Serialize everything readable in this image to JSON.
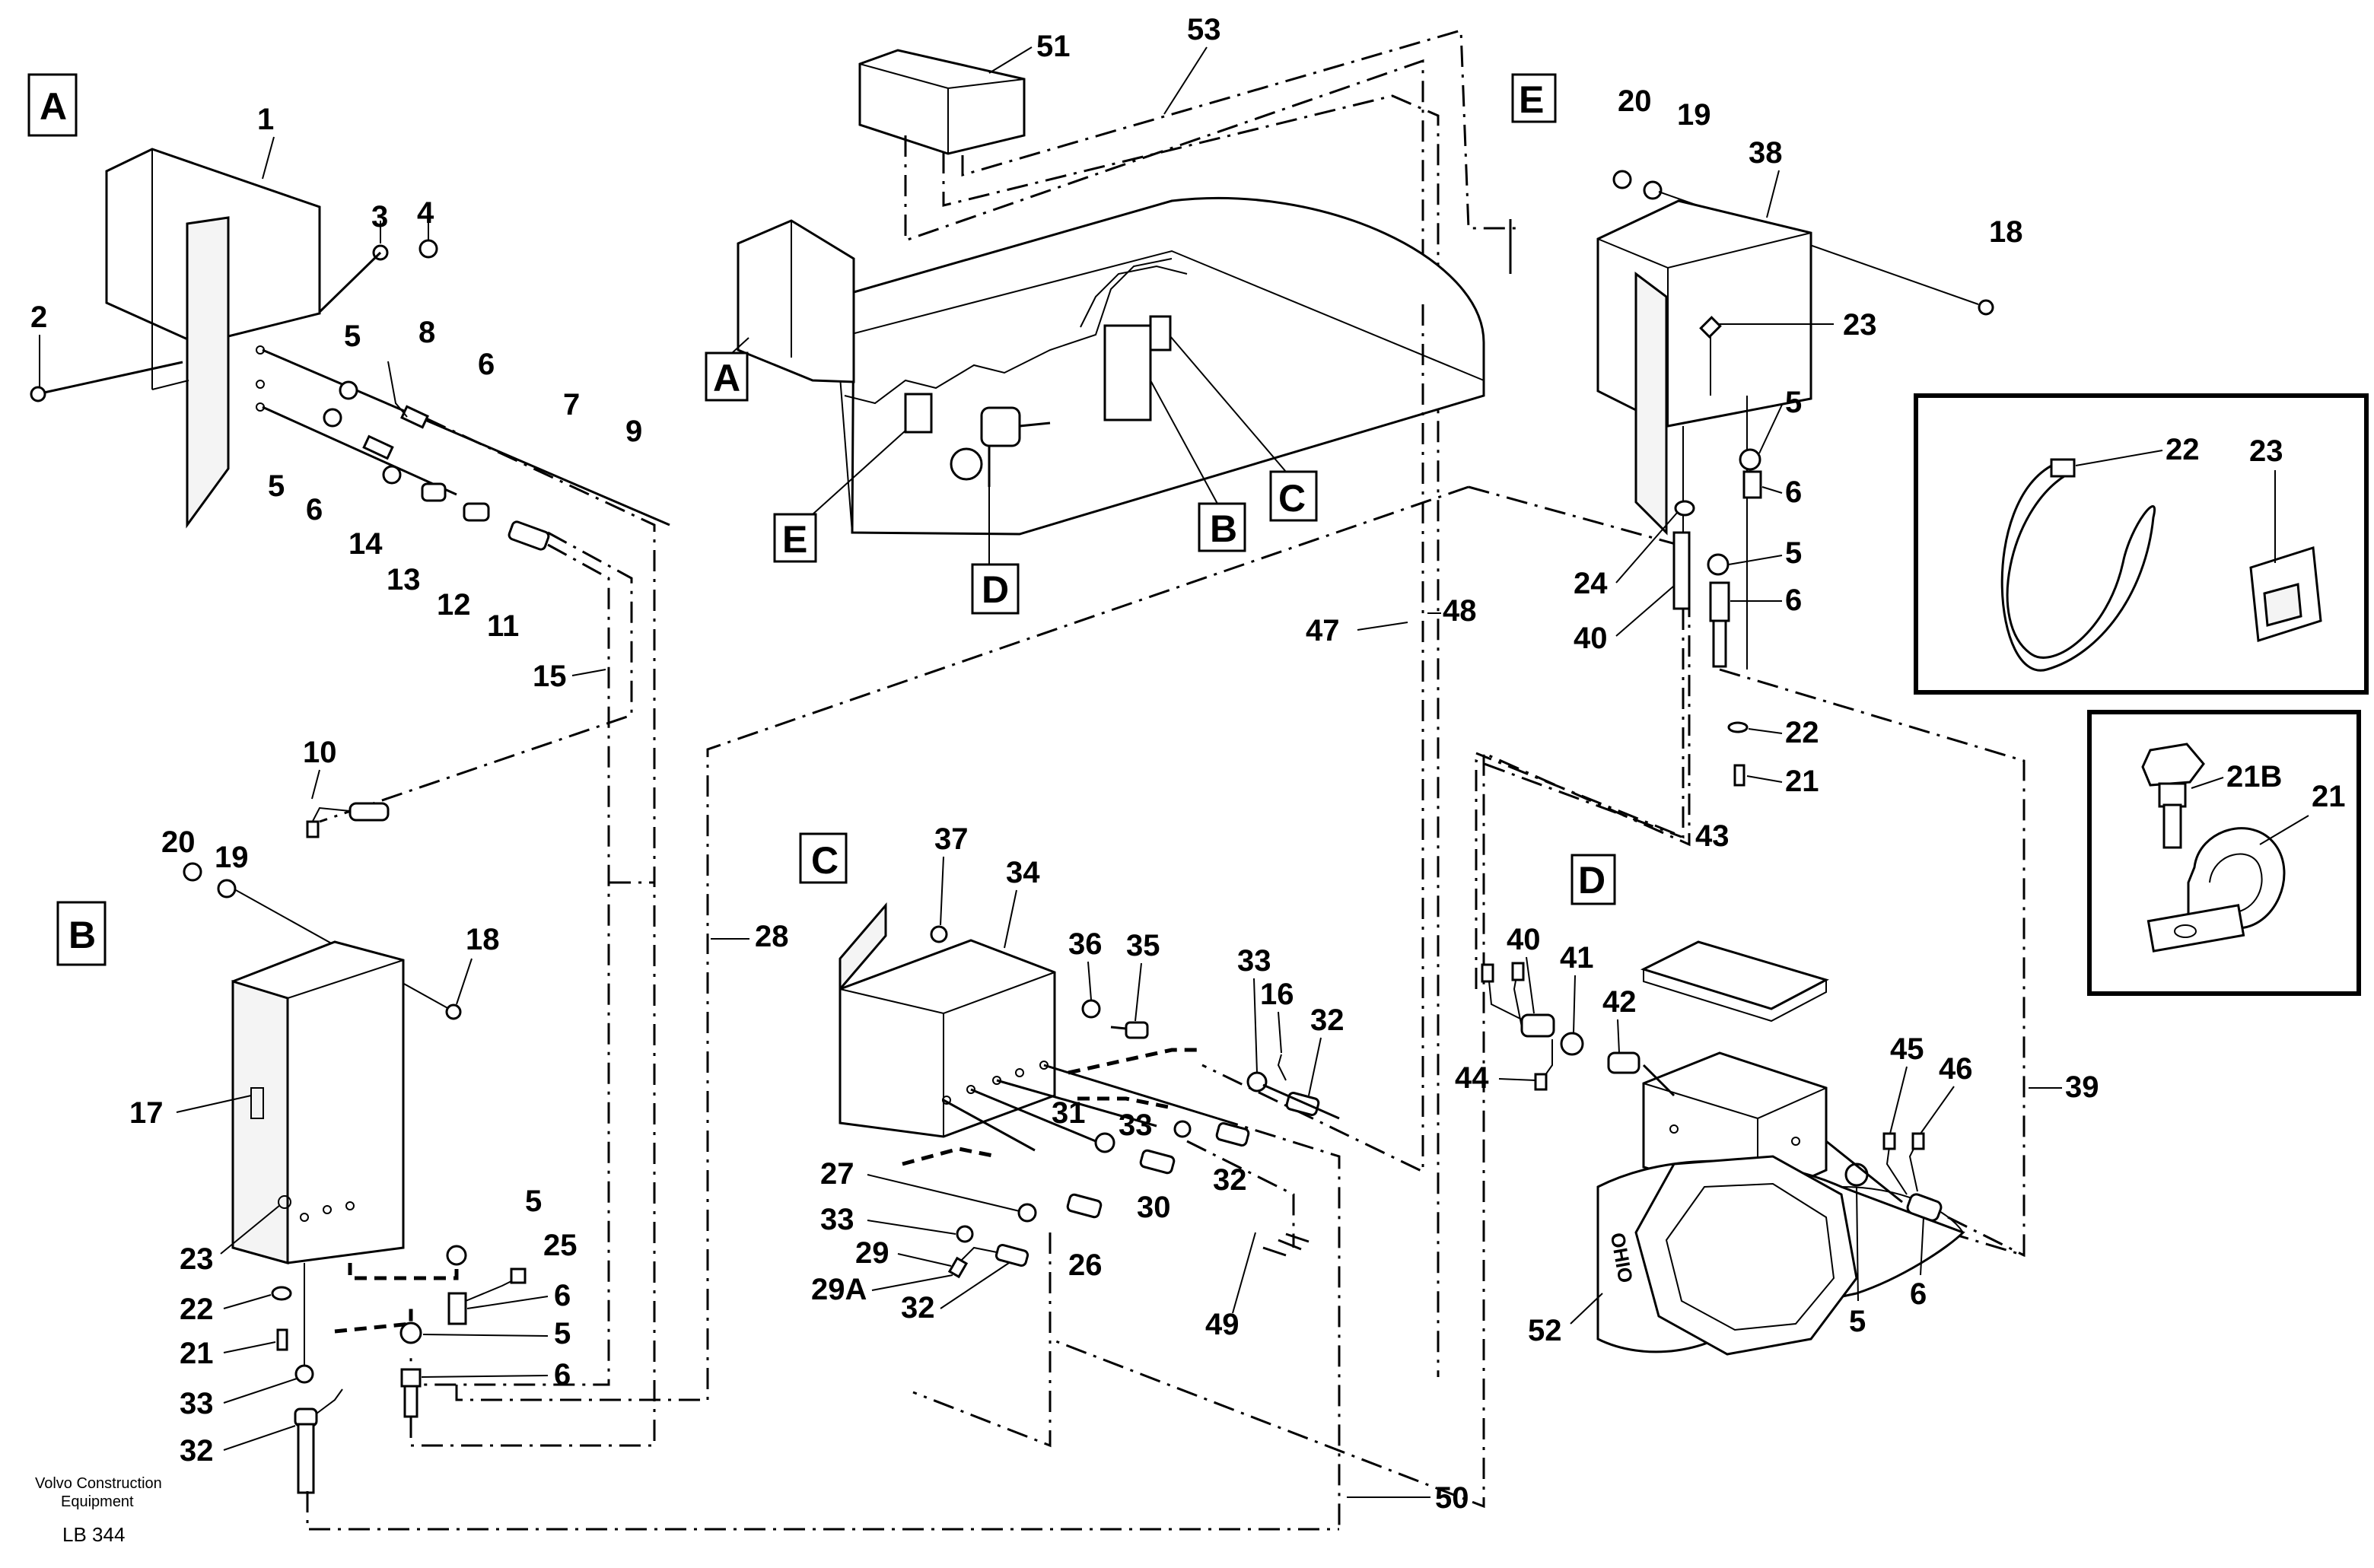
{
  "sections": {
    "A": "A",
    "B": "B",
    "C": "C",
    "D": "D",
    "E": "E"
  },
  "parts": {
    "p1": "1",
    "p2": "2",
    "p3": "3",
    "p4": "4",
    "p5a": "5",
    "p5b": "5",
    "p6a": "6",
    "p6b": "6",
    "p7": "7",
    "p8": "8",
    "p9": "9",
    "p10": "10",
    "p11": "11",
    "p12": "12",
    "p13": "13",
    "p14": "14",
    "p15": "15",
    "p16": "16",
    "p17": "17",
    "p18a": "18",
    "p18b": "18",
    "p19a": "19",
    "p19b": "19",
    "p20a": "20",
    "p20b": "20",
    "p21a": "21",
    "p21b": "21",
    "p21c": "21",
    "p21B": "21B",
    "p22a": "22",
    "p22b": "22",
    "p22c": "22",
    "p23a": "23",
    "p23b": "23",
    "p23c": "23",
    "p24": "24",
    "p25": "25",
    "p26": "26",
    "p27": "27",
    "p28": "28",
    "p29": "29",
    "p29A": "29A",
    "p30": "30",
    "p31": "31",
    "p32a": "32",
    "p32b": "32",
    "p32c": "32",
    "p32d": "32",
    "p33a": "33",
    "p33b": "33",
    "p33c": "33",
    "p33d": "33",
    "p34": "34",
    "p35": "35",
    "p36": "36",
    "p37": "37",
    "p38": "38",
    "p39": "39",
    "p40a": "40",
    "p40b": "40",
    "p41": "41",
    "p42": "42",
    "p43": "43",
    "p44": "44",
    "p45": "45",
    "p46": "46",
    "p47": "47",
    "p48": "48",
    "p49": "49",
    "p50": "50",
    "p51": "51",
    "p52": "52",
    "p53": "53",
    "p5c": "5",
    "p5d": "5",
    "p5e": "5",
    "p5f": "5",
    "p5g": "5",
    "p6c": "6",
    "p6d": "6",
    "p6e": "6",
    "p6f": "6"
  },
  "motor_label": "OHIO",
  "footer": {
    "publisher_line1": "Volvo Construction",
    "publisher_line2": "Equipment",
    "code": "LB 344"
  }
}
